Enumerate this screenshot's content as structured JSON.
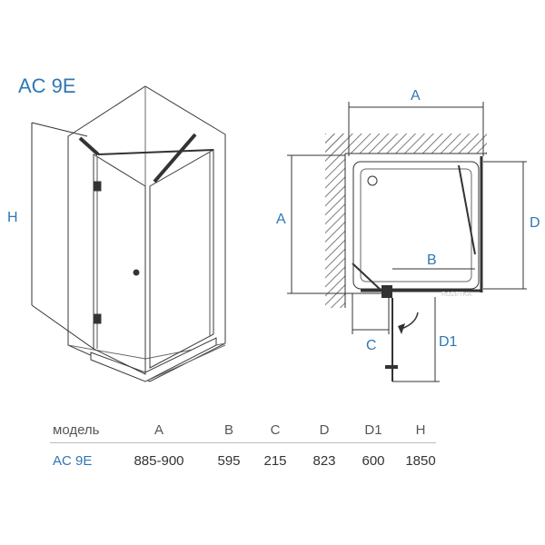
{
  "model_title": "AC 9E",
  "labels": {
    "h": "H",
    "a_top": "A",
    "a_left": "A",
    "b": "B",
    "c": "C",
    "d": "D",
    "d1": "D1"
  },
  "watermark": "ROZETKA",
  "spec_table": {
    "headers": [
      "модель",
      "A",
      "B",
      "C",
      "D",
      "D1",
      "H"
    ],
    "rows": [
      [
        "AC 9E",
        "885-900",
        "595",
        "215",
        "823",
        "600",
        "1850"
      ]
    ]
  },
  "colors": {
    "accent": "#2f77b5",
    "line": "#333333",
    "hatch": "#8a8a8a"
  }
}
